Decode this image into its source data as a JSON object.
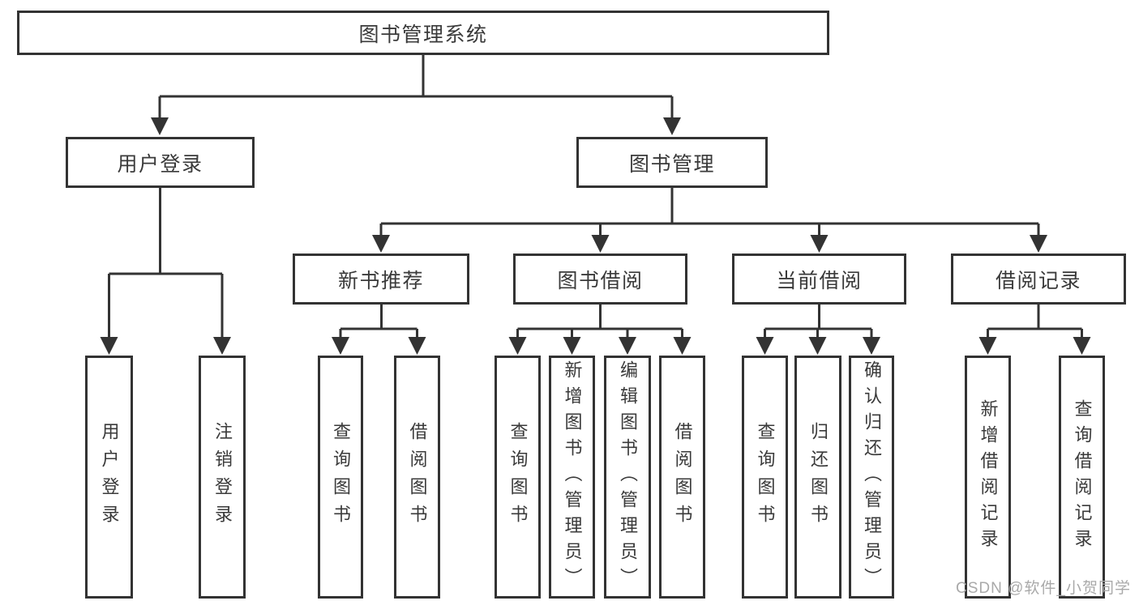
{
  "tree": {
    "label": "图书管理系统",
    "children": [
      {
        "label": "用户登录",
        "children": [
          {
            "label": "用户登录"
          },
          {
            "label": "注销登录"
          }
        ]
      },
      {
        "label": "图书管理",
        "children": [
          {
            "label": "新书推荐",
            "children": [
              {
                "label": "查询图书"
              },
              {
                "label": "借阅图书"
              }
            ]
          },
          {
            "label": "图书借阅",
            "children": [
              {
                "label": "查询图书"
              },
              {
                "label": "新增图书（管理员）"
              },
              {
                "label": "编辑图书（管理员）"
              },
              {
                "label": "借阅图书"
              }
            ]
          },
          {
            "label": "当前借阅",
            "children": [
              {
                "label": "查询图书"
              },
              {
                "label": "归还图书"
              },
              {
                "label": "确认归还（管理员）"
              }
            ]
          },
          {
            "label": "借阅记录",
            "children": [
              {
                "label": "新增借阅记录"
              },
              {
                "label": "查询借阅记录"
              }
            ]
          }
        ]
      }
    ]
  },
  "watermark": "CSDN @软件_小贺同学",
  "colors": {
    "line": "#333333",
    "text": "#3a3a3a",
    "box_background": "#ffffff",
    "page_background": "#ffffff",
    "watermark": "#a9a9a9"
  }
}
